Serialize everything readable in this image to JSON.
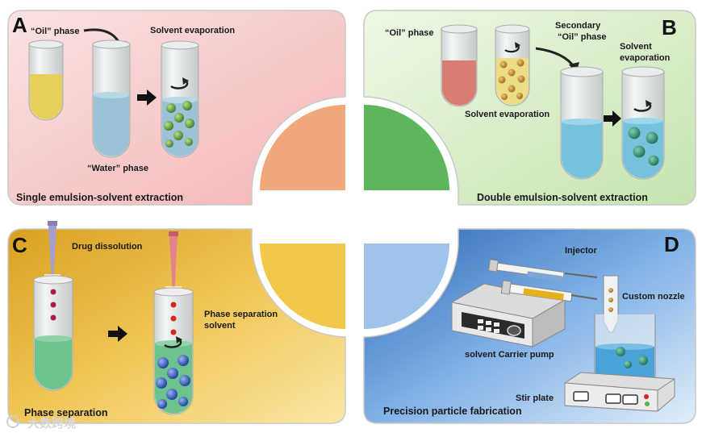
{
  "panels": {
    "a": {
      "letter": "A",
      "oil_phase": "“Oil” phase",
      "solvent_evaporation": "Solvent evaporation",
      "water_phase": "“Water” phase",
      "caption": "Single emulsion-solvent extraction"
    },
    "b": {
      "letter": "B",
      "oil_phase": "“Oil” phase",
      "secondary_line1": "Secondary",
      "secondary_line2": "“Oil” phase",
      "solvent_evap_line1": "Solvent",
      "solvent_evap_line2": "evaporation",
      "solvent_evaporation": "Solvent evaporation",
      "caption": "Double emulsion-solvent extraction"
    },
    "c": {
      "letter": "C",
      "drug_dissolution": "Drug dissolution",
      "phase_sep_line1": "Phase separation",
      "phase_sep_line2": "solvent",
      "caption": "Phase separation"
    },
    "d": {
      "letter": "D",
      "injector": "Injector",
      "custom_nozzle": "Custom nozzle",
      "carrier_pump": "solvent Carrier pump",
      "stir_plate": "Stir plate",
      "caption": "Precision particle fabrication"
    }
  },
  "watermark": "大数跨境",
  "colors": {
    "panel_a": "#f6c4c4",
    "panel_b": "#d5ecc6",
    "panel_c": "#e9b83c",
    "panel_d": "#5e93d3",
    "quarter_a": "#f0a77a",
    "quarter_b": "#5db55c",
    "quarter_c": "#f2c84a",
    "quarter_d": "#9ec4ea"
  }
}
